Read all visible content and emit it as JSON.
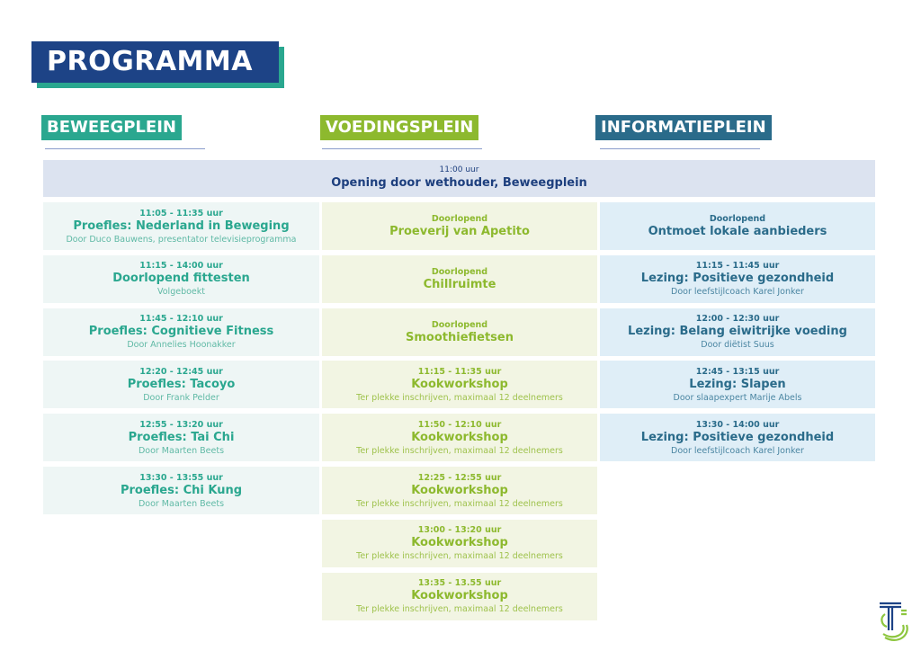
{
  "title": "PROGRAMMA",
  "columns": [
    {
      "label": "BEWEEGPLEIN",
      "color": "#2aa78f"
    },
    {
      "label": "VOEDINGSPLEIN",
      "color": "#8db92e"
    },
    {
      "label": "INFORMATIEPLEIN",
      "color": "#2a6b8a"
    }
  ],
  "opening": {
    "time": "11:00 uur",
    "name": "Opening door wethouder, Beweegplein"
  },
  "schedule": [
    [
      {
        "time": "11:05 - 11:35 uur",
        "name": "Proefles: Nederland in Beweging",
        "desc": "Door Duco Bauwens, presentator televisieprogramma"
      },
      {
        "time": "11:15 - 14:00 uur",
        "name": "Doorlopend fittesten",
        "desc": "Volgeboekt"
      },
      {
        "time": "11:45 - 12:10 uur",
        "name": "Proefles: Cognitieve Fitness",
        "desc": "Door Annelies Hoonakker"
      },
      {
        "time": "12:20 - 12:45 uur",
        "name": "Proefles: Tacoyo",
        "desc": "Door Frank Pelder"
      },
      {
        "time": "12:55 - 13:20 uur",
        "name": "Proefles: Tai Chi",
        "desc": "Door Maarten Beets"
      },
      {
        "time": "13:30 - 13:55 uur",
        "name": "Proefles: Chi Kung",
        "desc": "Door Maarten Beets"
      }
    ],
    [
      {
        "time": "Doorlopend",
        "name": "Proeverij van Apetito",
        "desc": ""
      },
      {
        "time": "Doorlopend",
        "name": "Chillruimte",
        "desc": ""
      },
      {
        "time": "Doorlopend",
        "name": "Smoothiefietsen",
        "desc": ""
      },
      {
        "time": "11:15 - 11:35 uur",
        "name": "Kookworkshop",
        "desc": "Ter plekke inschrijven, maximaal 12 deelnemers"
      },
      {
        "time": "11:50 - 12:10 uur",
        "name": "Kookworkshop",
        "desc": "Ter plekke inschrijven, maximaal 12 deelnemers"
      },
      {
        "time": "12:25 - 12:55 uur",
        "name": "Kookworkshop",
        "desc": "Ter plekke inschrijven, maximaal 12 deelnemers"
      },
      {
        "time": "13:00 - 13:20 uur",
        "name": "Kookworkshop",
        "desc": "Ter plekke inschrijven, maximaal 12 deelnemers"
      },
      {
        "time": "13:35 - 13.55 uur",
        "name": "Kookworkshop",
        "desc": "Ter plekke inschrijven, maximaal 12 deelnemers"
      }
    ],
    [
      {
        "time": "Doorlopend",
        "name": "Ontmoet lokale aanbieders",
        "desc": ""
      },
      {
        "time": "11:15 - 11:45 uur",
        "name": "Lezing: Positieve gezondheid",
        "desc": "Door leefstijlcoach Karel Jonker"
      },
      {
        "time": "12:00 - 12:30 uur",
        "name": "Lezing: Belang eiwitrijke voeding",
        "desc": "Door diëtist Suus"
      },
      {
        "time": "12:45 - 13:15 uur",
        "name": "Lezing: Slapen",
        "desc": "Door slaapexpert Marije Abels"
      },
      {
        "time": "13:30 - 14:00 uur",
        "name": "Lezing: Positieve gezondheid",
        "desc": "Door leefstijlcoach Karel Jonker"
      }
    ]
  ]
}
